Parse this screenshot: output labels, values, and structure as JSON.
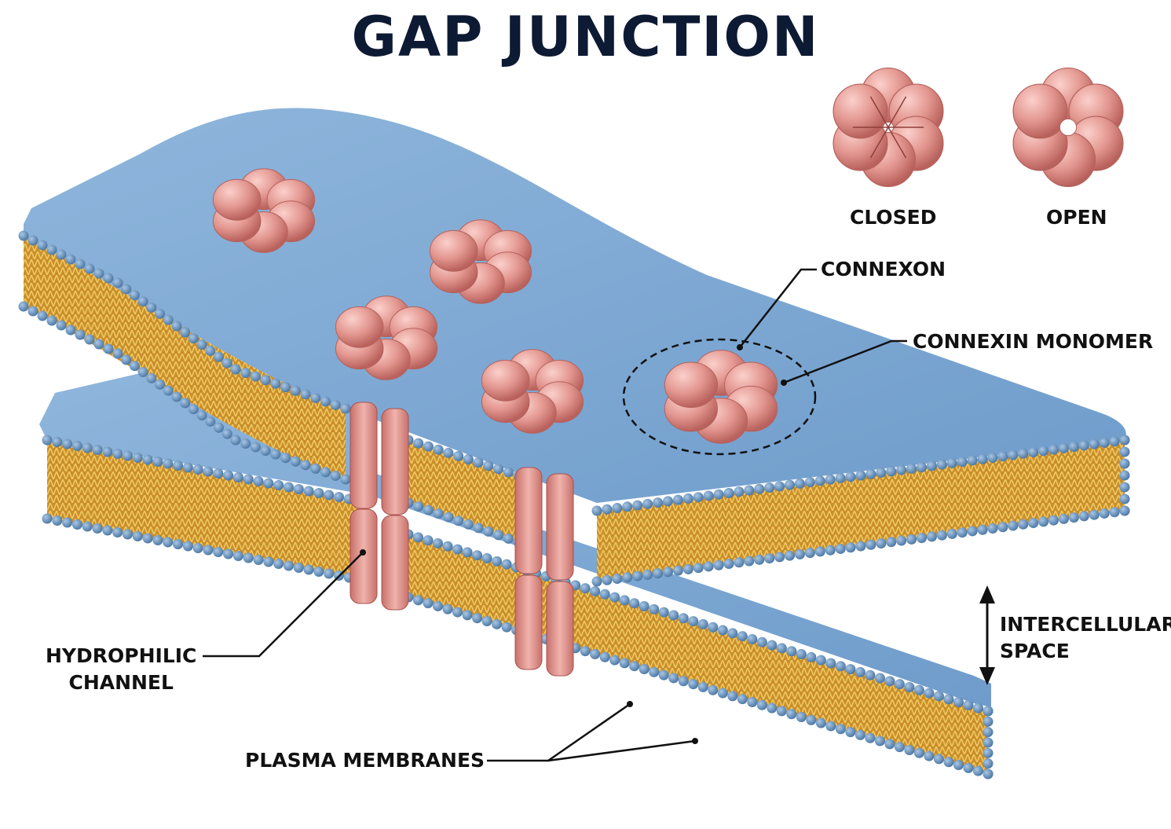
{
  "title": "GAP JUNCTION",
  "labels": {
    "closed": "CLOSED",
    "open": "OPEN",
    "connexon": "CONNEXON",
    "connexin_monomer": "CONNEXIN MONOMER",
    "intercellular_space": [
      "INTERCELLULAR",
      "SPACE"
    ],
    "hydrophilic_channel": [
      "HYDROPHILIC",
      "CHANNEL"
    ],
    "plasma_membranes": "PLASMA MEMBRANES"
  },
  "colors": {
    "membrane_blue": "#7aa6cf",
    "head_blue": "#6b95bf",
    "lipid_tail_gold": "#d7a640",
    "connexin_pink": "#e79a95",
    "title_navy": "#0d1a33"
  }
}
